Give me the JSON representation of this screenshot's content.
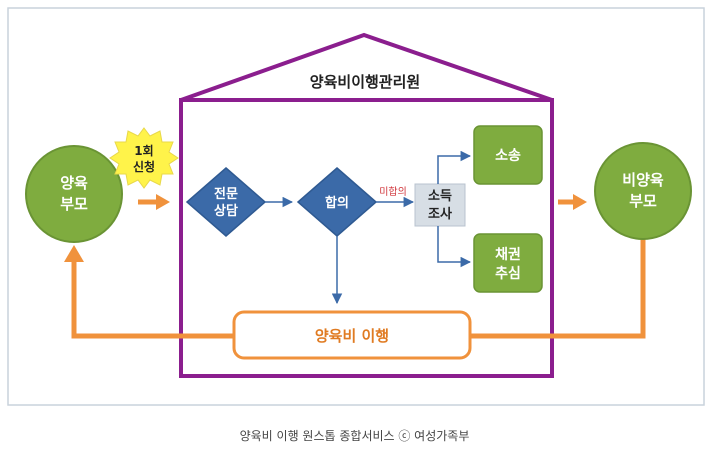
{
  "diagram": {
    "title": "양육비이행관리원",
    "nodes": {
      "parent_left": {
        "line1": "양육",
        "line2": "부모"
      },
      "parent_right": {
        "line1": "비양육",
        "line2": "부모"
      },
      "apply_badge": {
        "line1": "1회",
        "line2": "신청"
      },
      "counsel": {
        "line1": "전문",
        "line2": "상담"
      },
      "agreement": {
        "label": "합의"
      },
      "no_agreement": {
        "label": "미합의"
      },
      "income": {
        "line1": "소득",
        "line2": "조사"
      },
      "lawsuit": {
        "label": "소송"
      },
      "collection": {
        "line1": "채권",
        "line2": "추심"
      },
      "fulfillment": {
        "label": "양육비 이행"
      }
    },
    "colors": {
      "frame": "#8b1e8e",
      "green": "#7fac3f",
      "green_border": "#6a9434",
      "blue": "#3b6aa8",
      "orange": "#f0923c",
      "gray_box": "#d7dee5",
      "badge_yellow": "#fff34a"
    }
  },
  "caption": "양육비 이행 원스톱 종합서비스 ⓒ 여성가족부"
}
